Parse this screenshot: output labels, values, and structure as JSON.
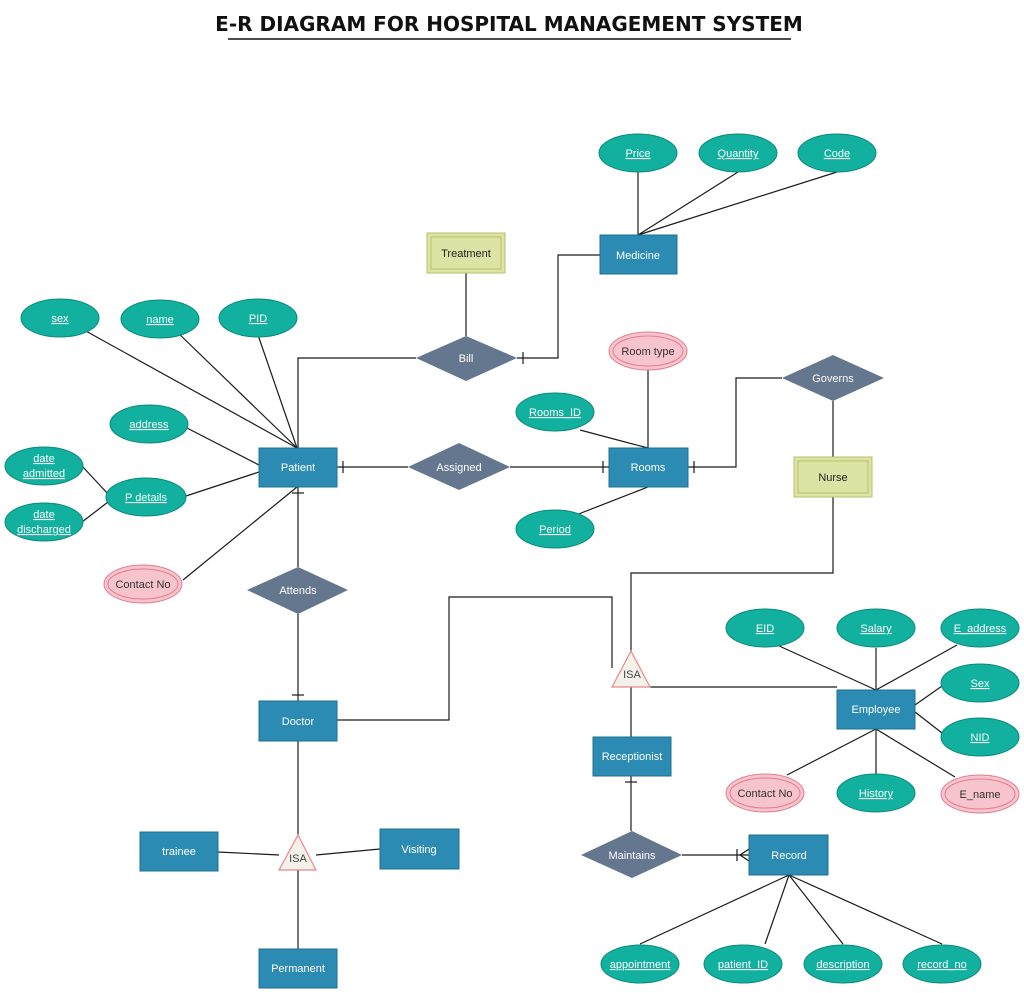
{
  "title": "E-R DIAGRAM FOR HOSPITAL MANAGEMENT SYSTEM",
  "colors": {
    "entity_fill": "#2b8bb3",
    "entity_stroke": "#1f6f92",
    "weak_fill": "#dde3a4",
    "weak_stroke": "#b8c06c",
    "relationship_fill": "#65778f",
    "attribute_fill": "#12b09e",
    "attribute_stroke": "#0c8a7c",
    "multivalued_fill": "#f7c3cc",
    "multivalued_stroke": "#e07f92",
    "isa_fill": "#f3f1ea",
    "isa_stroke": "#e8868c"
  },
  "entities": {
    "patient": "Patient",
    "medicine": "Medicine",
    "rooms": "Rooms",
    "doctor": "Doctor",
    "receptionist": "Receptionist",
    "employee": "Employee",
    "record": "Record",
    "trainee": "trainee",
    "visiting": "Visiting",
    "permanent": "Permanent"
  },
  "weak_entities": {
    "treatment": "Treatment",
    "nurse": "Nurse"
  },
  "relationships": {
    "bill": "Bill",
    "assigned": "Assigned",
    "governs": "Governs",
    "attends": "Attends",
    "maintains": "Maintains"
  },
  "isa": {
    "employee_isa": "ISA",
    "doctor_isa": "ISA"
  },
  "attributes": {
    "sex": "sex",
    "name": "name",
    "pid": "PID",
    "address": "address",
    "p_details": "P details",
    "date_admitted": [
      "date",
      "admitted"
    ],
    "date_discharged": [
      "date",
      "discharged"
    ],
    "price": "Price",
    "quantity": "Quantity",
    "code": "Code",
    "rooms_id": "Rooms_ID",
    "period": "Period",
    "eid": "EID",
    "salary": "Salary",
    "e_address": "E_address",
    "emp_sex": "Sex",
    "nid": "NID",
    "history": "History",
    "appointment": "appointment",
    "patient_id": "patient_ID",
    "description": "description",
    "record_no": "record_no"
  },
  "multivalued_attributes": {
    "contact_no_patient": "Contact No",
    "room_type": "Room type",
    "contact_no_employee": "Contact No",
    "e_name": "E_name"
  }
}
